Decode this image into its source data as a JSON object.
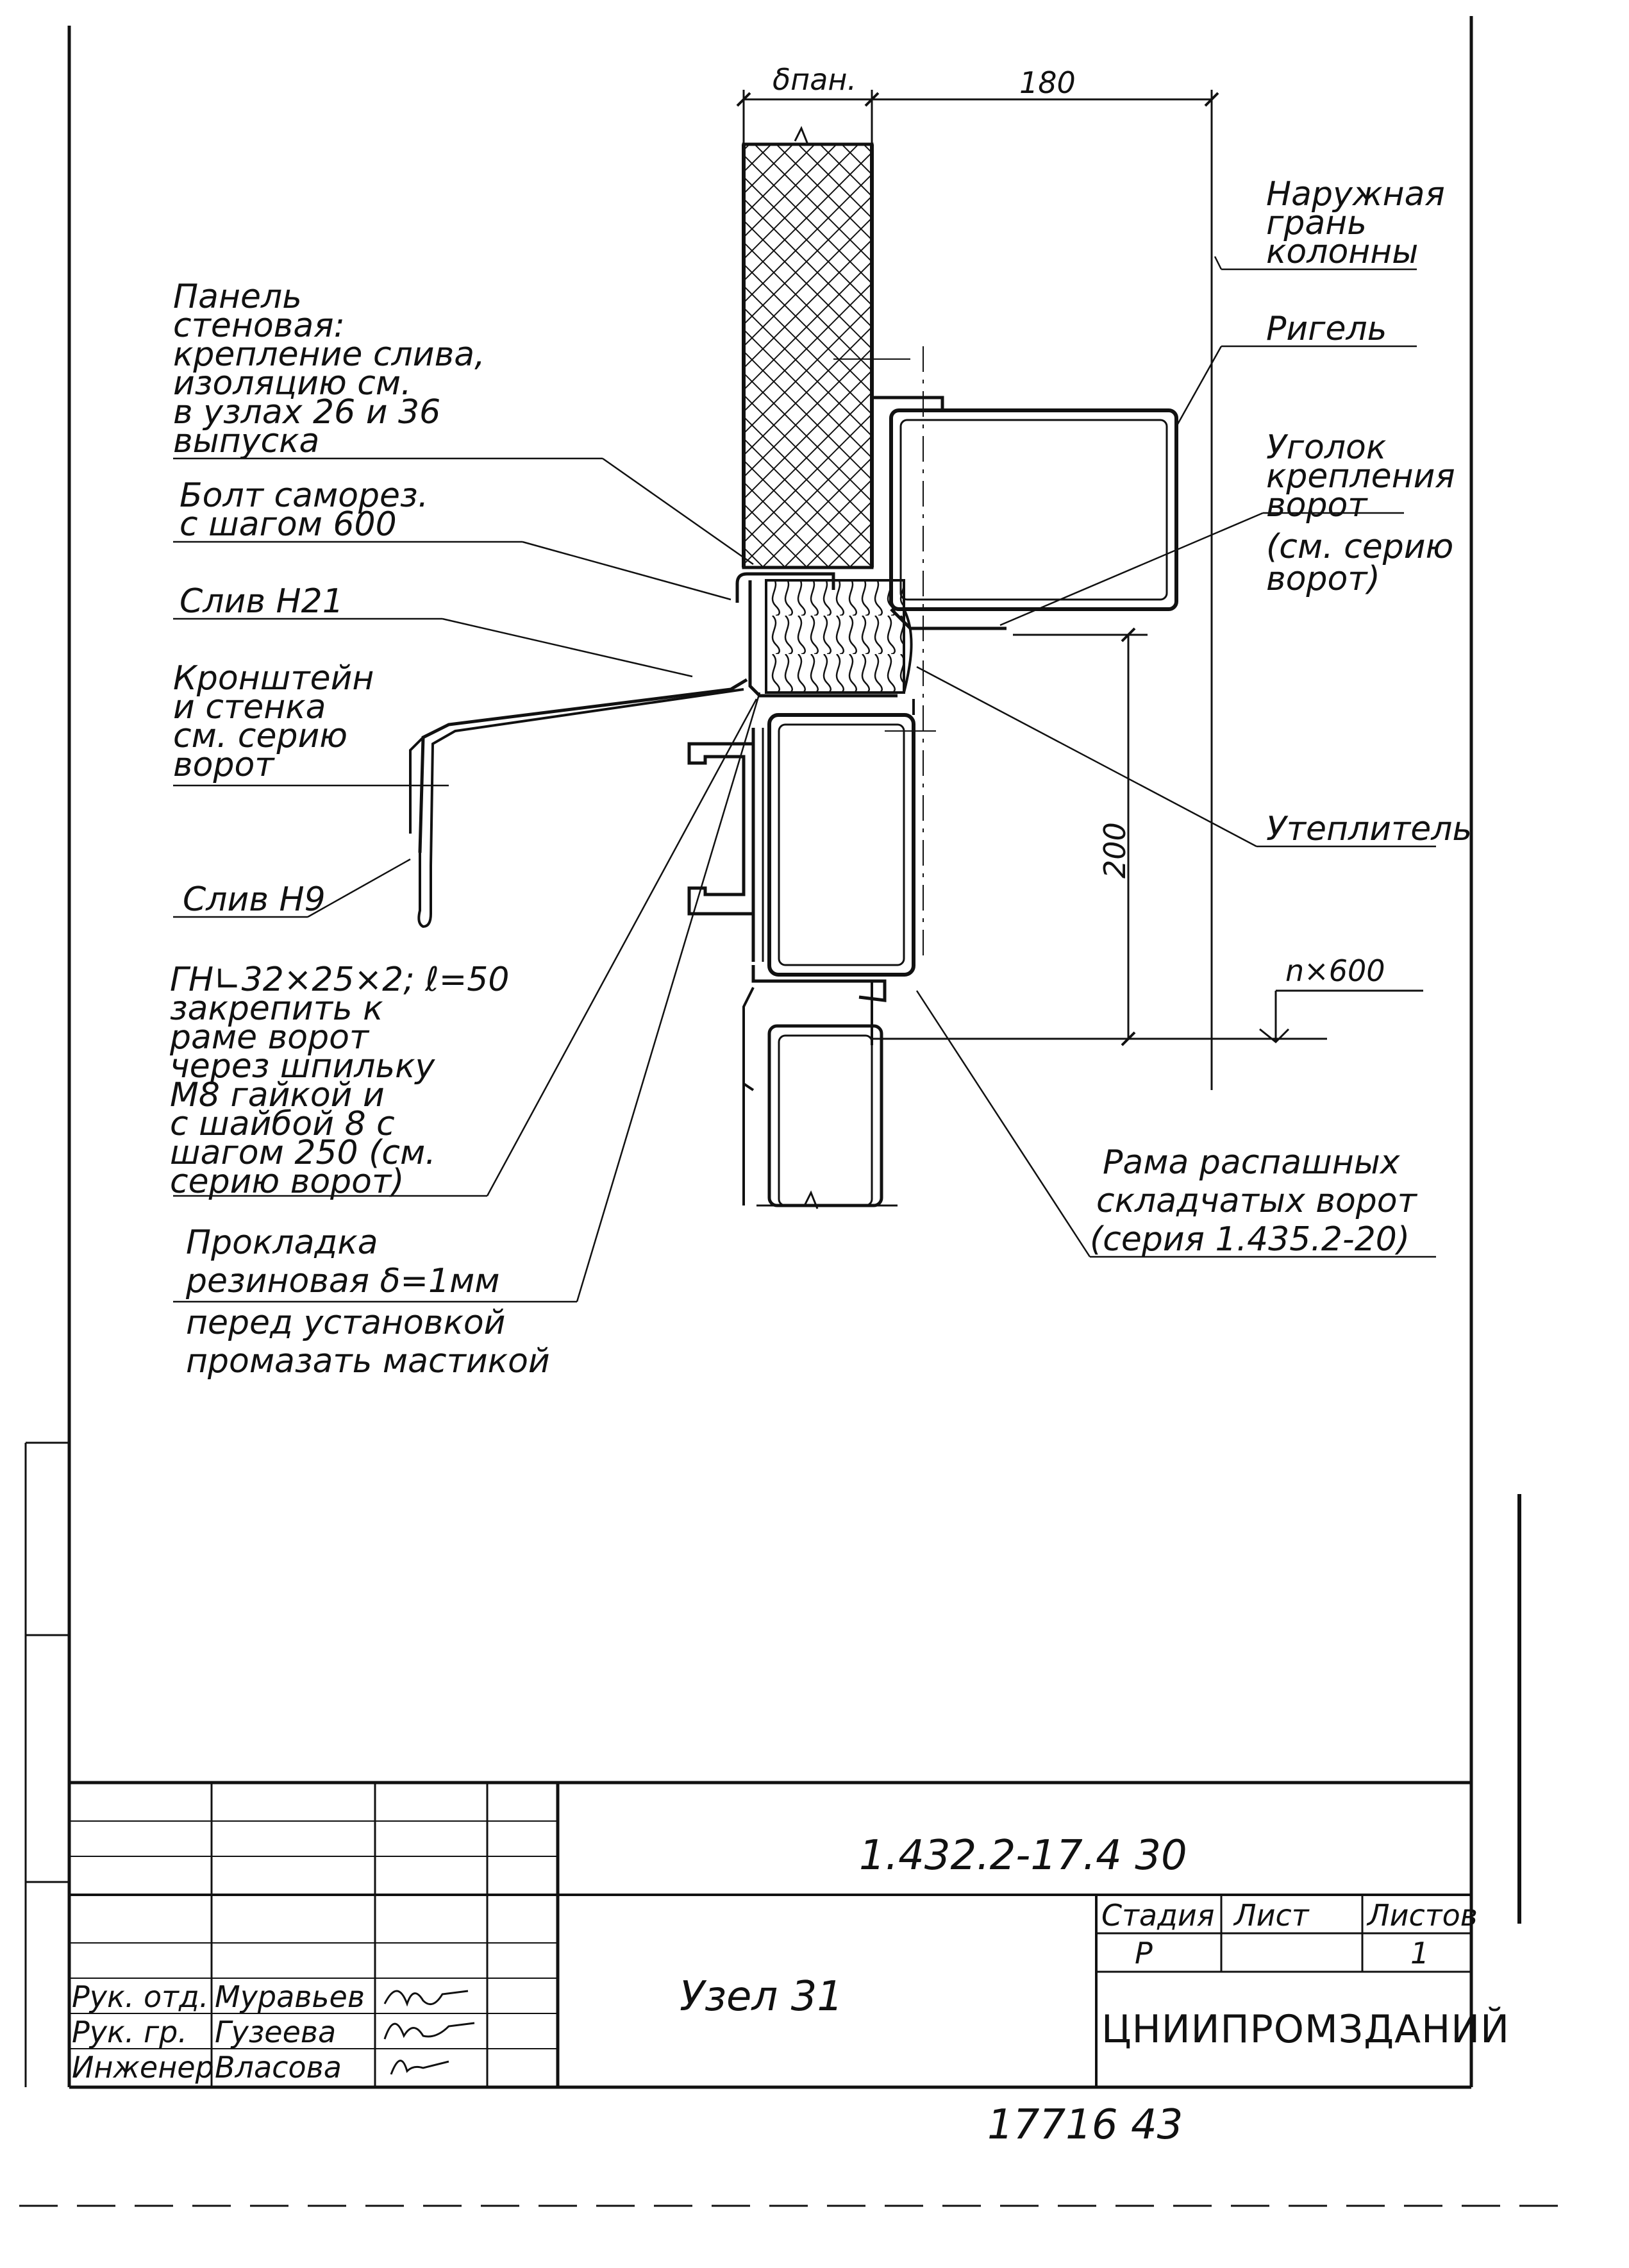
{
  "dimensions": {
    "panel_thickness": "δпан.",
    "width_180": "180",
    "height_200": "200",
    "step": "n×600"
  },
  "callouts": {
    "outer_face": [
      "Наружная",
      "грань",
      "колонны"
    ],
    "rigel": "Ригель",
    "angle": [
      "Уголок",
      "крепления",
      "ворот",
      "(см. серию",
      "ворот)"
    ],
    "panel": [
      "Панель",
      "стеновая:",
      "крепление слива,",
      "изоляцию см.",
      "в узлах 26 и 36",
      "выпуска"
    ],
    "bolt": [
      "Болт саморез.",
      "с шагом 600"
    ],
    "drip_h21": "Слив Н21",
    "bracket": [
      "Кронштейн",
      "и стенка",
      "см. серию",
      "ворот"
    ],
    "insulation": "Утеплитель",
    "drip_h9": "Слив Н9",
    "gn_angle": [
      "ГН∟32×25×2; ℓ=50",
      "закрепить к",
      "раме ворот",
      "через шпильку",
      "М8 гайкой и",
      "с шайбой 8 с",
      "шагом 250 (см.",
      "серию ворот)"
    ],
    "gate_frame": [
      "Рама распашных",
      "складчатых ворот",
      "(серия 1.435.2-20)"
    ],
    "gasket": [
      "Прокладка",
      "резиновая δ=1мм"
    ],
    "mastic": [
      "перед установкой",
      "промазать мастикой"
    ]
  },
  "title_block": {
    "code": "1.432.2-17.4 30",
    "node_title": "Узел 31",
    "stage_header": "Стадия",
    "sheet_header": "Лист",
    "sheets_header": "Листов",
    "stage_value": "Р",
    "sheets_value": "1",
    "organization": "ЦНИИПРОМЗДАНИЙ",
    "roles": [
      {
        "role": "Рук. отд.",
        "name": "Муравьев"
      },
      {
        "role": "Рук. гр.",
        "name": "Гузеева"
      },
      {
        "role": "Инженер",
        "name": "Власова"
      }
    ]
  },
  "footer_number": "17716  43"
}
